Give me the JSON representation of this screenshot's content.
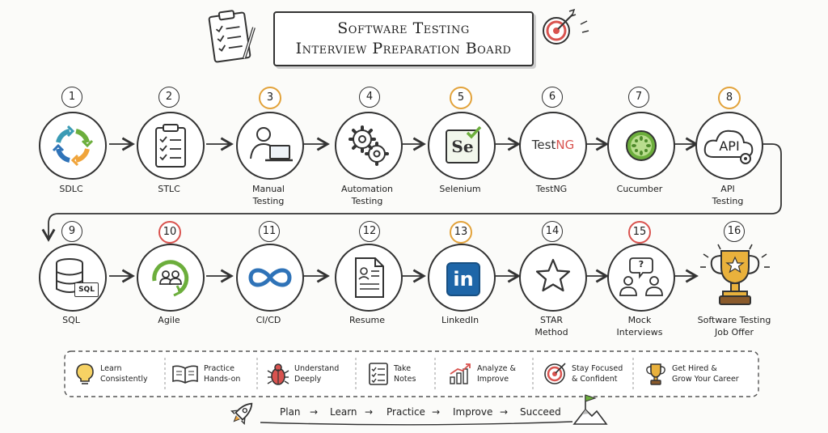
{
  "header": {
    "title_line1": "Software Testing",
    "title_line2": "Interview Preparation Board",
    "left_icon": "clipboard-checklist-icon",
    "right_icon": "target-dart-icon"
  },
  "steps": [
    {
      "num": "1",
      "label": "SDLC",
      "icon": "cycle-arrows-icon"
    },
    {
      "num": "2",
      "label": "STLC",
      "icon": "clipboard-icon"
    },
    {
      "num": "3",
      "label": "Manual\nTesting",
      "icon": "person-laptop-icon"
    },
    {
      "num": "4",
      "label": "Automation\nTesting",
      "icon": "gears-icon"
    },
    {
      "num": "5",
      "label": "Selenium",
      "icon": "selenium-logo-icon",
      "icon_text": "Se"
    },
    {
      "num": "6",
      "label": "TestNG",
      "icon": "testng-logo-icon",
      "icon_text_a": "Test",
      "icon_text_b": "NG"
    },
    {
      "num": "7",
      "label": "Cucumber",
      "icon": "cucumber-icon"
    },
    {
      "num": "8",
      "label": "API\nTesting",
      "icon": "api-cloud-icon",
      "icon_text": "API"
    },
    {
      "num": "9",
      "label": "SQL",
      "icon": "database-icon",
      "icon_text": "SQL"
    },
    {
      "num": "10",
      "label": "Agile",
      "icon": "agile-team-icon"
    },
    {
      "num": "11",
      "label": "CI/CD",
      "icon": "infinity-icon"
    },
    {
      "num": "12",
      "label": "Resume",
      "icon": "resume-document-icon"
    },
    {
      "num": "13",
      "label": "LinkedIn",
      "icon": "linkedin-logo-icon",
      "icon_text": "in"
    },
    {
      "num": "14",
      "label": "STAR\nMethod",
      "icon": "star-icon"
    },
    {
      "num": "15",
      "label": "Mock\nInterviews",
      "icon": "interview-people-icon",
      "icon_text": "?"
    },
    {
      "num": "16",
      "label": "Software Testing\nJob Offer",
      "icon": "trophy-icon"
    }
  ],
  "tips": [
    {
      "text": "Learn\nConsistently",
      "icon": "lightbulb-icon"
    },
    {
      "text": "Practice\nHands-on",
      "icon": "open-book-icon"
    },
    {
      "text": "Understand\nDeeply",
      "icon": "bug-icon"
    },
    {
      "text": "Take\nNotes",
      "icon": "checklist-icon"
    },
    {
      "text": "Analyze &\nImprove",
      "icon": "bar-chart-icon"
    },
    {
      "text": "Stay Focused\n& Confident",
      "icon": "target-icon"
    },
    {
      "text": "Get Hired &\nGrow Your Career",
      "icon": "trophy-icon"
    }
  ],
  "flow": {
    "words": [
      "Plan",
      "Learn",
      "Practice",
      "Improve",
      "Succeed"
    ],
    "arrow": "→",
    "left_icon": "rocket-icon",
    "right_icon": "mountain-flag-icon"
  },
  "colors": {
    "ink": "#333333",
    "orange": "#f0a43a",
    "green": "#6cae3c",
    "blue": "#2f73b8",
    "teal": "#3a9bb5",
    "gold": "#e2a23a",
    "red": "#d9534f",
    "linkedin": "#1e66a8"
  }
}
